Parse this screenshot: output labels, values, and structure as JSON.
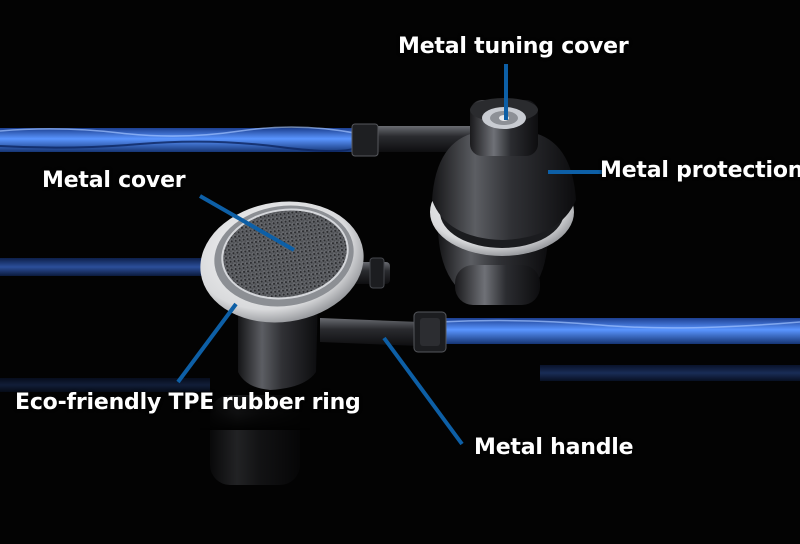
{
  "callouts": {
    "metal_tuning_cover": "Metal tuning cover",
    "metal_protection": "Metal protection",
    "metal_cover": "Metal cover",
    "tpe_ring": "Eco-friendly TPE rubber ring",
    "metal_handle": "Metal handle"
  },
  "colors": {
    "background": "#000000",
    "cable": "#3a72d8",
    "leader_line": "#0d5fa6",
    "label_text": "#ffffff"
  }
}
